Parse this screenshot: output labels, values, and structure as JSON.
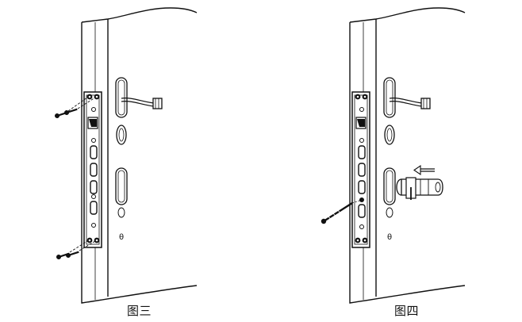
{
  "figures": [
    {
      "id": "figure-3",
      "caption": "图三"
    },
    {
      "id": "figure-4",
      "caption": "图四"
    }
  ]
}
